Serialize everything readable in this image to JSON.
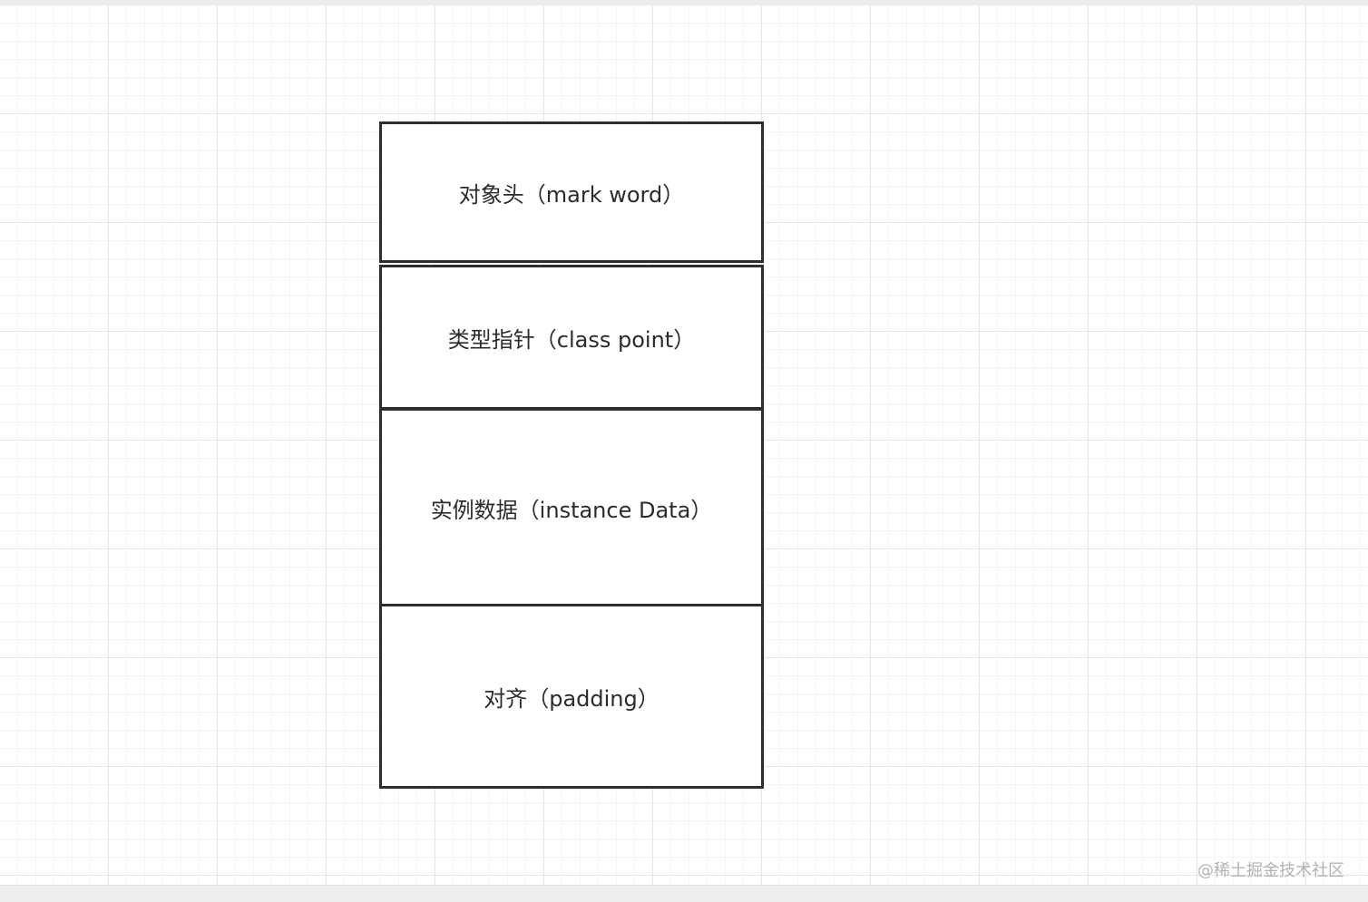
{
  "diagram": {
    "blocks": [
      {
        "id": "mark-word",
        "label": "对象头（mark word）"
      },
      {
        "id": "class-point",
        "label": "类型指针（class point）"
      },
      {
        "id": "instance-data",
        "label": "实例数据（instance Data）"
      },
      {
        "id": "padding",
        "label": "对齐（padding）"
      }
    ]
  },
  "watermark": "@稀土掘金技术社区",
  "colors": {
    "border": "#2e2e2e",
    "grid_major": "#e6e6e6",
    "grid_minor": "#f3f3f3",
    "text": "#2b2b2b"
  }
}
